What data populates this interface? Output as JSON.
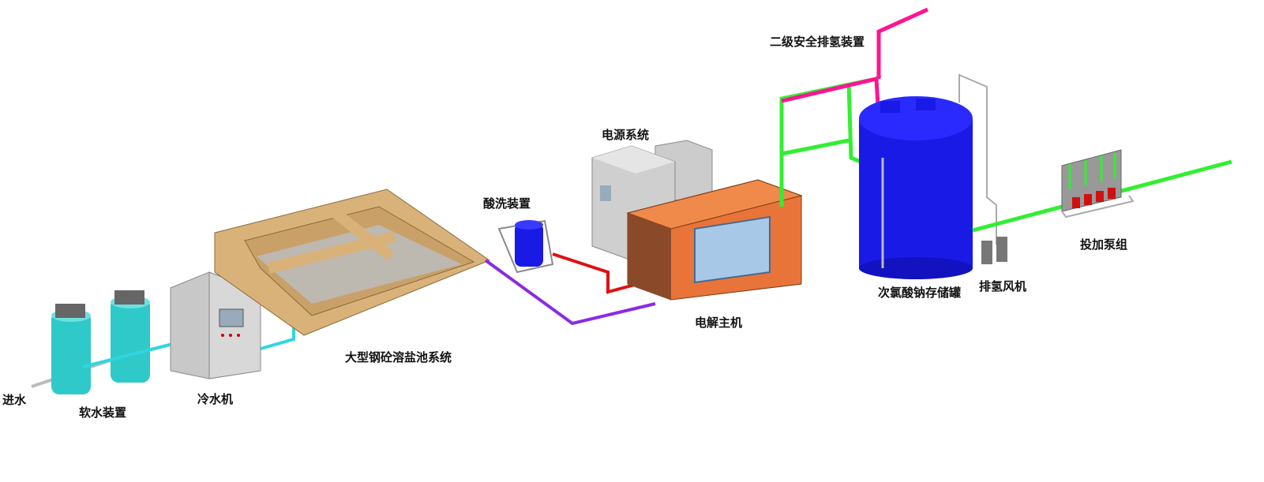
{
  "labels": {
    "h2_vent": "二级安全排氢装置",
    "power": "电源系统",
    "acid_wash": "酸洗装置",
    "electrolyzer": "电解主机",
    "storage_tank": "次氯酸钠存储罐",
    "h2_fan": "排氢风机",
    "dosing_pumps": "投加泵组",
    "salt_pool": "大型钢砼溶盐池系统",
    "chiller": "冷水机",
    "softener": "软水装置",
    "inlet": "进水"
  },
  "colors": {
    "water_pipe": "#2fd6e0",
    "brine_pipe": "#8a2be2",
    "acid_pipe": "#e01010",
    "h2_pipe": "#ff1493",
    "product_pipe": "#33ee33",
    "tank_blue": "#1a1ae6",
    "electrolyzer_orange": "#e8743a",
    "brick": "#d9b27a"
  }
}
